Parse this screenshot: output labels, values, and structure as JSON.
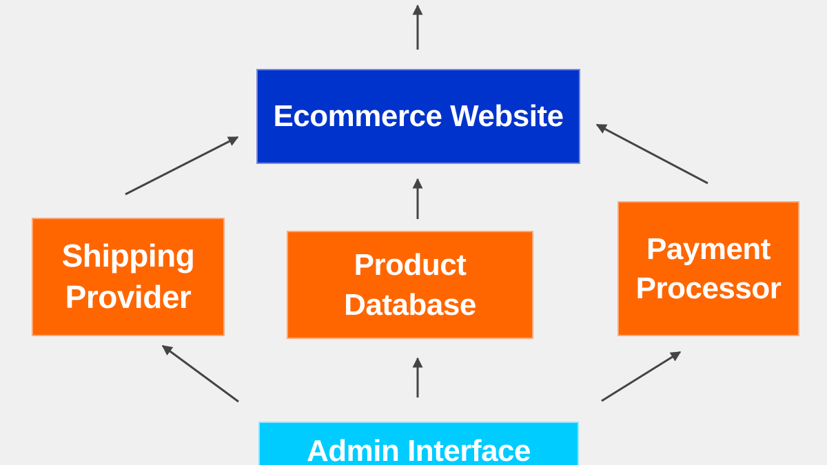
{
  "diagram": {
    "nodes": {
      "ecommerce": {
        "label": "Ecommerce Website",
        "color": "#0033cc"
      },
      "shipping": {
        "label": "Shipping\nProvider",
        "color": "#ff6600"
      },
      "product": {
        "label": "Product\nDatabase",
        "color": "#ff6600"
      },
      "payment": {
        "label": "Payment\nProcessor",
        "color": "#ff6600"
      },
      "admin": {
        "label": "Admin Interface",
        "color": "#00ccff"
      }
    },
    "edges": [
      {
        "from": "ecommerce",
        "to": "(off-page)"
      },
      {
        "from": "shipping",
        "to": "ecommerce"
      },
      {
        "from": "product",
        "to": "ecommerce"
      },
      {
        "from": "payment",
        "to": "ecommerce"
      },
      {
        "from": "admin",
        "to": "shipping"
      },
      {
        "from": "admin",
        "to": "product"
      },
      {
        "from": "admin",
        "to": "payment"
      }
    ],
    "arrow_color": "#444444"
  }
}
